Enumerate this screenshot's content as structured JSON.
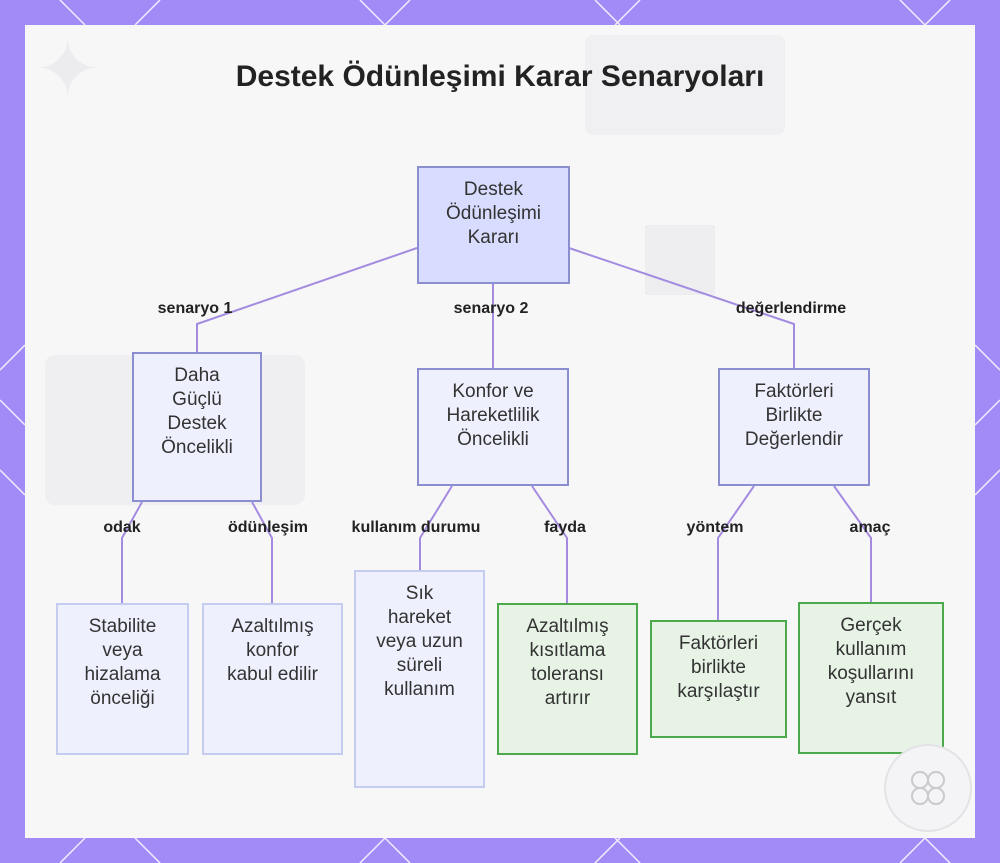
{
  "title": "Destek Ödünleşimi Karar Senaryoları",
  "colors": {
    "frame": "#a28bf7",
    "edge": "#a48be0",
    "root_fill": "#d8dcfe",
    "node_border": "#8c8fcf",
    "green_fill": "#e6f3e5",
    "green_border": "#4caa4c"
  },
  "nodes": {
    "root": "Destek Ödünleşimi Kararı",
    "strong_support": "Daha Güçlü Destek Öncelikli",
    "comfort_mobility": "Konfor ve Hareketlilik Öncelikli",
    "evaluate_together": "Faktörleri Birlikte Değerlendir",
    "stability": "Stabilite veya hizalama önceliği",
    "reduced_comfort": "Azaltılmış konfor kabul edilir",
    "frequent_movement": "Sık hareket veya uzun süreli kullanım",
    "restriction_tolerance": "Azaltılmış kısıtlama toleransı artırır",
    "compare_factors": "Faktörleri birlikte karşılaştır",
    "real_conditions": "Gerçek kullanım koşullarını yansıt"
  },
  "edge_labels": {
    "scenario1": "senaryo 1",
    "scenario2": "senaryo 2",
    "evaluation": "değerlendirme",
    "focus": "odak",
    "tradeoff": "ödünleşim",
    "usage": "kullanım durumu",
    "benefit": "fayda",
    "method": "yöntem",
    "purpose": "amaç"
  }
}
